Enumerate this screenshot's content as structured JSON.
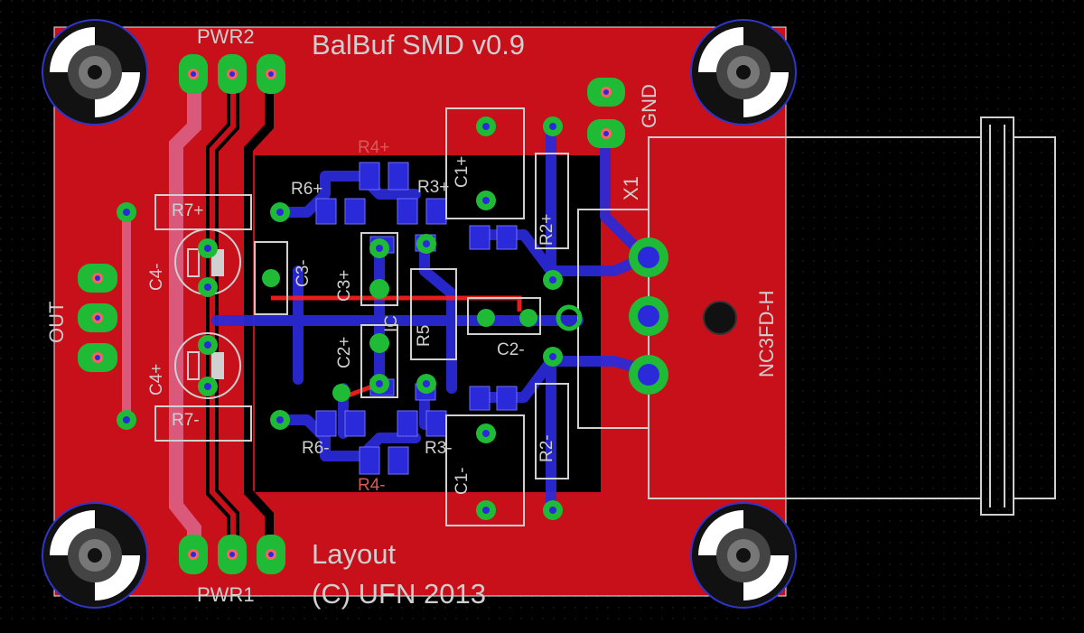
{
  "board": {
    "title": "BalBuf SMD v0.9",
    "footer_line1": "Layout",
    "footer_line2": "(C) UFN 2013",
    "colors": {
      "background": "#000000",
      "copper_top": "#c8101a",
      "copper_bottom": "#2a2adb",
      "silk": "#d0d0d0",
      "pad_ring": "#1fbb37",
      "outline": "#ffffff"
    }
  },
  "connectors": {
    "pwr2": "PWR2",
    "pwr1": "PWR1",
    "out": "OUT",
    "gnd": "GND",
    "x1": "X1",
    "nc3": "NC3FD-H"
  },
  "parts": {
    "r7_top": "R7+",
    "r7_bot": "R7-",
    "c4_top": "C4-",
    "c4_bot": "C4+",
    "r6_top": "R6+",
    "r6_bot": "R6-",
    "r4_top": "R4+",
    "r4_bot": "R4-",
    "r3_top": "R3+",
    "r3_bot": "R3-",
    "c1_top": "C1+",
    "c1_bot": "C1-",
    "r2_top": "R2+",
    "r2_bot": "R2-",
    "c3_left": "C3-",
    "c3_right": "C3+",
    "c2_left": "C2+",
    "c2_right": "C2-",
    "r5": "R5",
    "ic": "IC"
  }
}
